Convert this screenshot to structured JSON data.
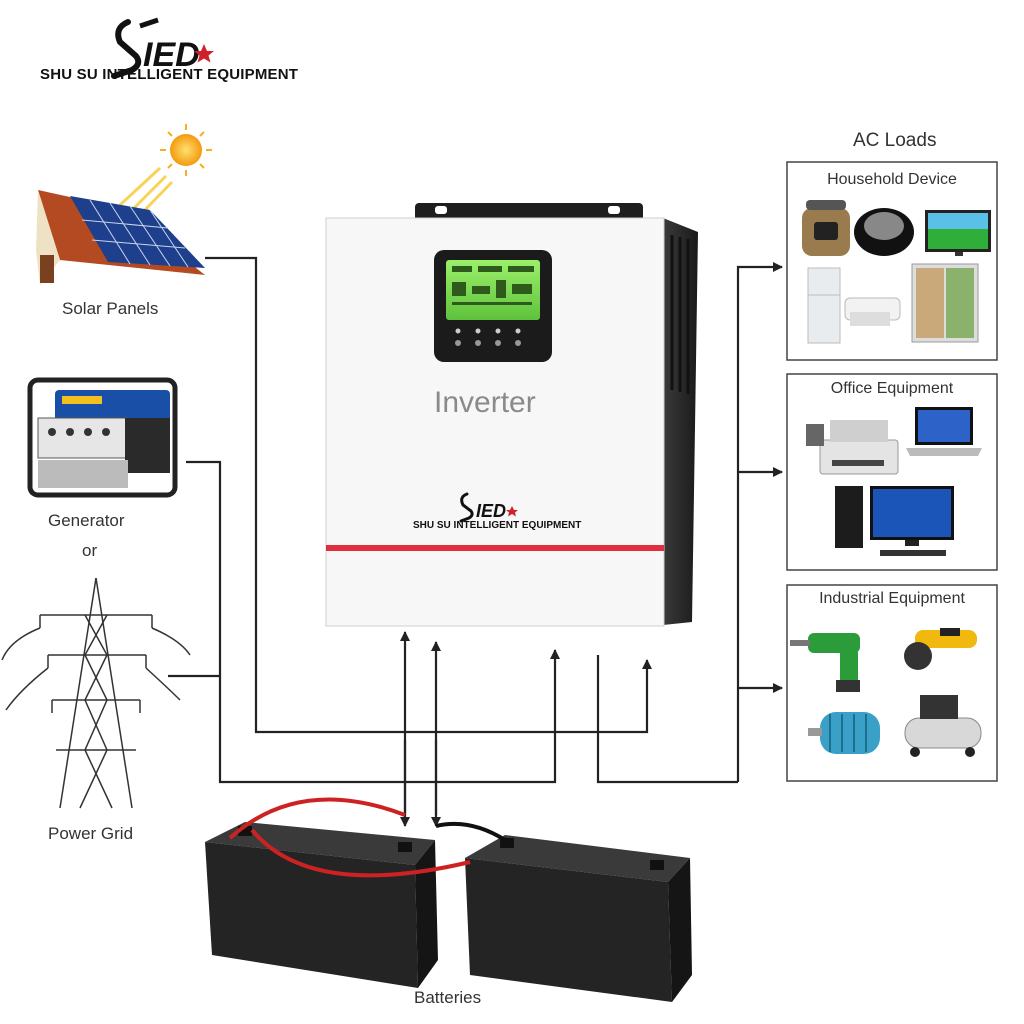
{
  "brand": {
    "logo_word": "SIED",
    "company": "SHU SU INTELLIGENT EQUIPMENT"
  },
  "sources": {
    "solar": "Solar Panels",
    "generator": "Generator",
    "or": "or",
    "grid": "Power Grid"
  },
  "inverter": {
    "label": "Inverter",
    "logo_word": "SIED",
    "company": "SHU SU INTELLIGENT EQUIPMENT"
  },
  "storage": {
    "batteries": "Batteries"
  },
  "loads": {
    "title": "AC Loads",
    "groups": [
      {
        "title": "Household Device",
        "icons": [
          "pressure-cooker-icon",
          "fan-heater-icon",
          "tv-icon",
          "refrigerator-icon",
          "air-conditioner-icon",
          "double-door-fridge-icon"
        ]
      },
      {
        "title": "Office Equipment",
        "icons": [
          "printer-icon",
          "laptop-icon",
          "desktop-computer-icon"
        ]
      },
      {
        "title": "Industrial Equipment",
        "icons": [
          "drill-icon",
          "angle-grinder-icon",
          "electric-motor-icon",
          "air-compressor-icon"
        ]
      }
    ]
  },
  "colors": {
    "line": "#222222",
    "inverter_stripe": "#e03040",
    "lcd": "#7ed957",
    "brand_red": "#d0202a",
    "battery": "#2a2a2a",
    "battery_cable": "#cc2222"
  }
}
